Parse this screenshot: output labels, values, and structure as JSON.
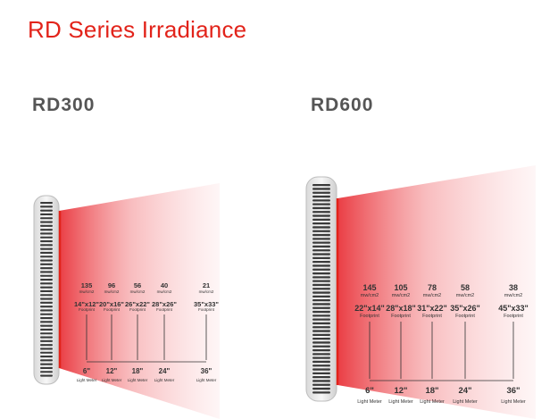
{
  "page": {
    "title": "RD Series Irradiance"
  },
  "colors": {
    "accent": "#e2231a",
    "beam": "#e9333a",
    "text": "#333333",
    "heading": "#555555"
  },
  "models": [
    {
      "name": "RD300",
      "points": [
        {
          "irradiance": "135",
          "irradiance_unit": "mw/cm2",
          "footprint": "14\"x12\"",
          "footprint_label": "Footprint",
          "distance": "6\"",
          "distance_label": "Light Meter"
        },
        {
          "irradiance": "96",
          "irradiance_unit": "mw/cm2",
          "footprint": "20\"x16\"",
          "footprint_label": "Footprint",
          "distance": "12\"",
          "distance_label": "Light Meter"
        },
        {
          "irradiance": "56",
          "irradiance_unit": "mw/cm2",
          "footprint": "26\"x22\"",
          "footprint_label": "Footprint",
          "distance": "18\"",
          "distance_label": "Light Meter"
        },
        {
          "irradiance": "40",
          "irradiance_unit": "mw/cm2",
          "footprint": "28\"x26\"",
          "footprint_label": "Footprint",
          "distance": "24\"",
          "distance_label": "Light Meter"
        },
        {
          "irradiance": "21",
          "irradiance_unit": "mw/cm2",
          "footprint": "35\"x33\"",
          "footprint_label": "Footprint",
          "distance": "36\"",
          "distance_label": "Light Meter"
        }
      ]
    },
    {
      "name": "RD600",
      "points": [
        {
          "irradiance": "145",
          "irradiance_unit": "mw/cm2",
          "footprint": "22\"x14\"",
          "footprint_label": "Footprint",
          "distance": "6\"",
          "distance_label": "Light Meter"
        },
        {
          "irradiance": "105",
          "irradiance_unit": "mw/cm2",
          "footprint": "28\"x18\"",
          "footprint_label": "Footprint",
          "distance": "12\"",
          "distance_label": "Light Meter"
        },
        {
          "irradiance": "78",
          "irradiance_unit": "mw/cm2",
          "footprint": "31\"x22\"",
          "footprint_label": "Footprint",
          "distance": "18\"",
          "distance_label": "Light Meter"
        },
        {
          "irradiance": "58",
          "irradiance_unit": "mw/cm2",
          "footprint": "35\"x26\"",
          "footprint_label": "Footprint",
          "distance": "24\"",
          "distance_label": "Light Meter"
        },
        {
          "irradiance": "38",
          "irradiance_unit": "mw/cm2",
          "footprint": "45\"x33\"",
          "footprint_label": "Footprint",
          "distance": "36\"",
          "distance_label": "Light Meter"
        }
      ]
    }
  ]
}
